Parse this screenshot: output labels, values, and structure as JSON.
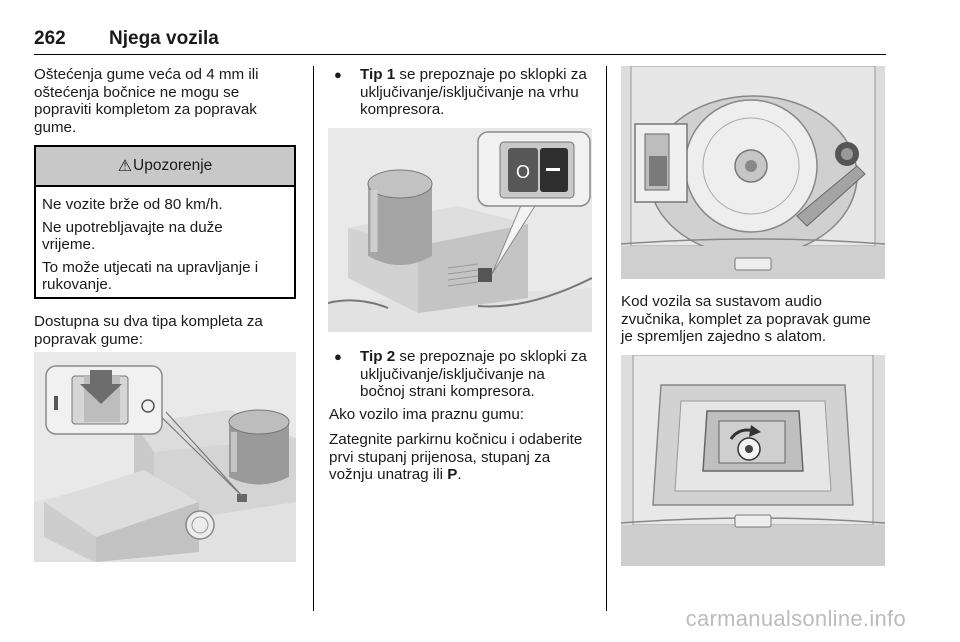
{
  "header": {
    "page_number": "262",
    "title": "Njega vozila"
  },
  "col1": {
    "intro": [
      "Oštećenja gume veća od 4 mm ili",
      "oštećenja bočnice ne mogu se",
      "popraviti kompletom za popravak",
      "gume."
    ],
    "warning": {
      "icon": "warning-triangle-icon",
      "symbol": "⚠",
      "title": "Upozorenje",
      "lines": [
        [
          "Ne vozite brže od 80 km/h."
        ],
        [
          "Ne upotrebljavajte na duže",
          "vrijeme."
        ],
        [
          "To može utjecati na upravljanje i",
          "rukovanje."
        ]
      ]
    },
    "kits": [
      "Dostupna su dva tipa kompleta za",
      "popravak gume:"
    ]
  },
  "col2": {
    "tip1": {
      "bold": "Tip 1",
      "lines": [
        " se prepoznaje po sklopki za",
        "uključivanje/isključivanje na vrhu",
        "kompresora."
      ]
    },
    "tip2": {
      "bold": "Tip 2",
      "lines": [
        " se prepoznaje po sklopki za",
        "uključivanje/isključivanje na",
        "bočnoj strani kompresora."
      ]
    },
    "flat": "Ako vozilo ima praznu gumu:",
    "park": [
      "Zategnite parkirnu kočnicu i odaberite",
      "prvi stupanj prijenosa, stupanj za",
      "vožnju unatrag ili "
    ],
    "park_bold": "P",
    "park_end": "."
  },
  "col3": {
    "audio": [
      "Kod vozila sa sustavom audio",
      "zvučnika, komplet za popravak gume",
      "je spremljen zajedno s alatom."
    ]
  },
  "watermark": "carmanualsonline.info"
}
